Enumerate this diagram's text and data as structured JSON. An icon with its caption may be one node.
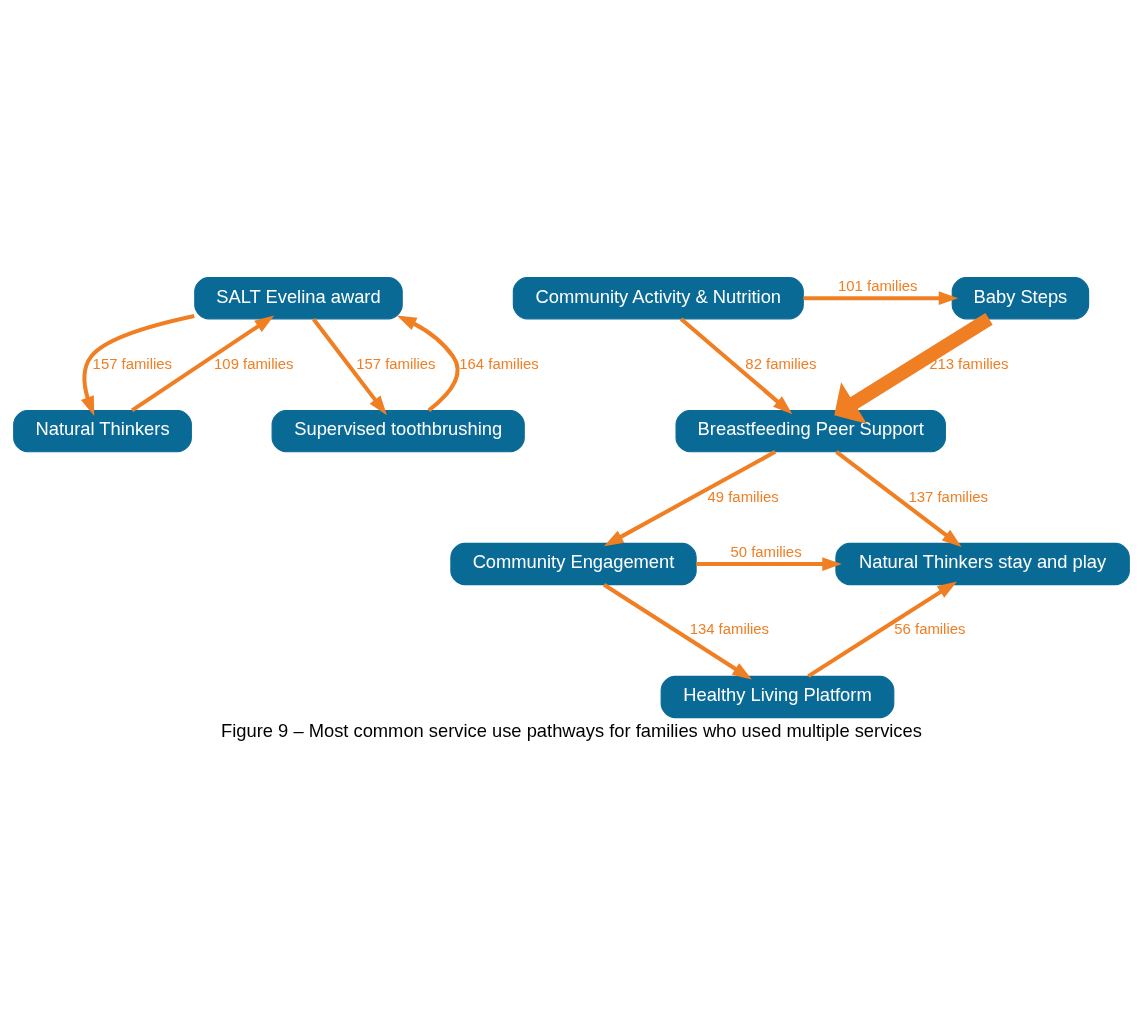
{
  "diagram": {
    "caption": "Figure 9 – Most common service use pathways for families who used multiple services",
    "nodes": [
      {
        "text": [
          "SALT Evelina award"
        ]
      },
      {
        "text": [
          "Natural Thinkers"
        ]
      },
      {
        "text": [
          "Supervised toothbrushing"
        ]
      },
      {
        "text": [
          "Community Activity & Nutrition"
        ]
      },
      {
        "text": [
          "Baby Steps"
        ]
      },
      {
        "text": [
          "Breastfeeding Peer Support"
        ]
      },
      {
        "text": [
          "Natural Thinkers stay and play"
        ]
      },
      {
        "text": [
          "Community Engagement"
        ]
      },
      {
        "text": [
          "Healthy Living Platform"
        ]
      }
    ],
    "edges": [
      {
        "from": 1,
        "to": 0,
        "arrow": "to",
        "label": "109 families"
      },
      {
        "from": 0,
        "to": 1,
        "arrow": "to",
        "label": "157 families"
      },
      {
        "from": 0,
        "to": 2,
        "arrow": "to",
        "label": "157 families"
      },
      {
        "from": 2,
        "to": 0,
        "arrow": "to",
        "label": "164 families"
      },
      {
        "from": 3,
        "to": 4,
        "arrow": "to",
        "label": "101 families"
      },
      {
        "from": 3,
        "to": 5,
        "arrow": "to",
        "label": "82 families"
      },
      {
        "from": 4,
        "to": 5,
        "arrow": "to",
        "label": "213 families",
        "style": "thick"
      },
      {
        "from": 5,
        "to": 6,
        "arrow": "to",
        "label": "137 families"
      },
      {
        "from": 5,
        "to": 7,
        "arrow": "to",
        "label": "49 families"
      },
      {
        "from": 7,
        "to": 6,
        "arrow": "to",
        "label": "50 families"
      },
      {
        "from": 7,
        "to": 8,
        "arrow": "to",
        "label": "134 families"
      },
      {
        "from": 8,
        "to": 6,
        "arrow": "to",
        "label": "56 families"
      }
    ]
  }
}
